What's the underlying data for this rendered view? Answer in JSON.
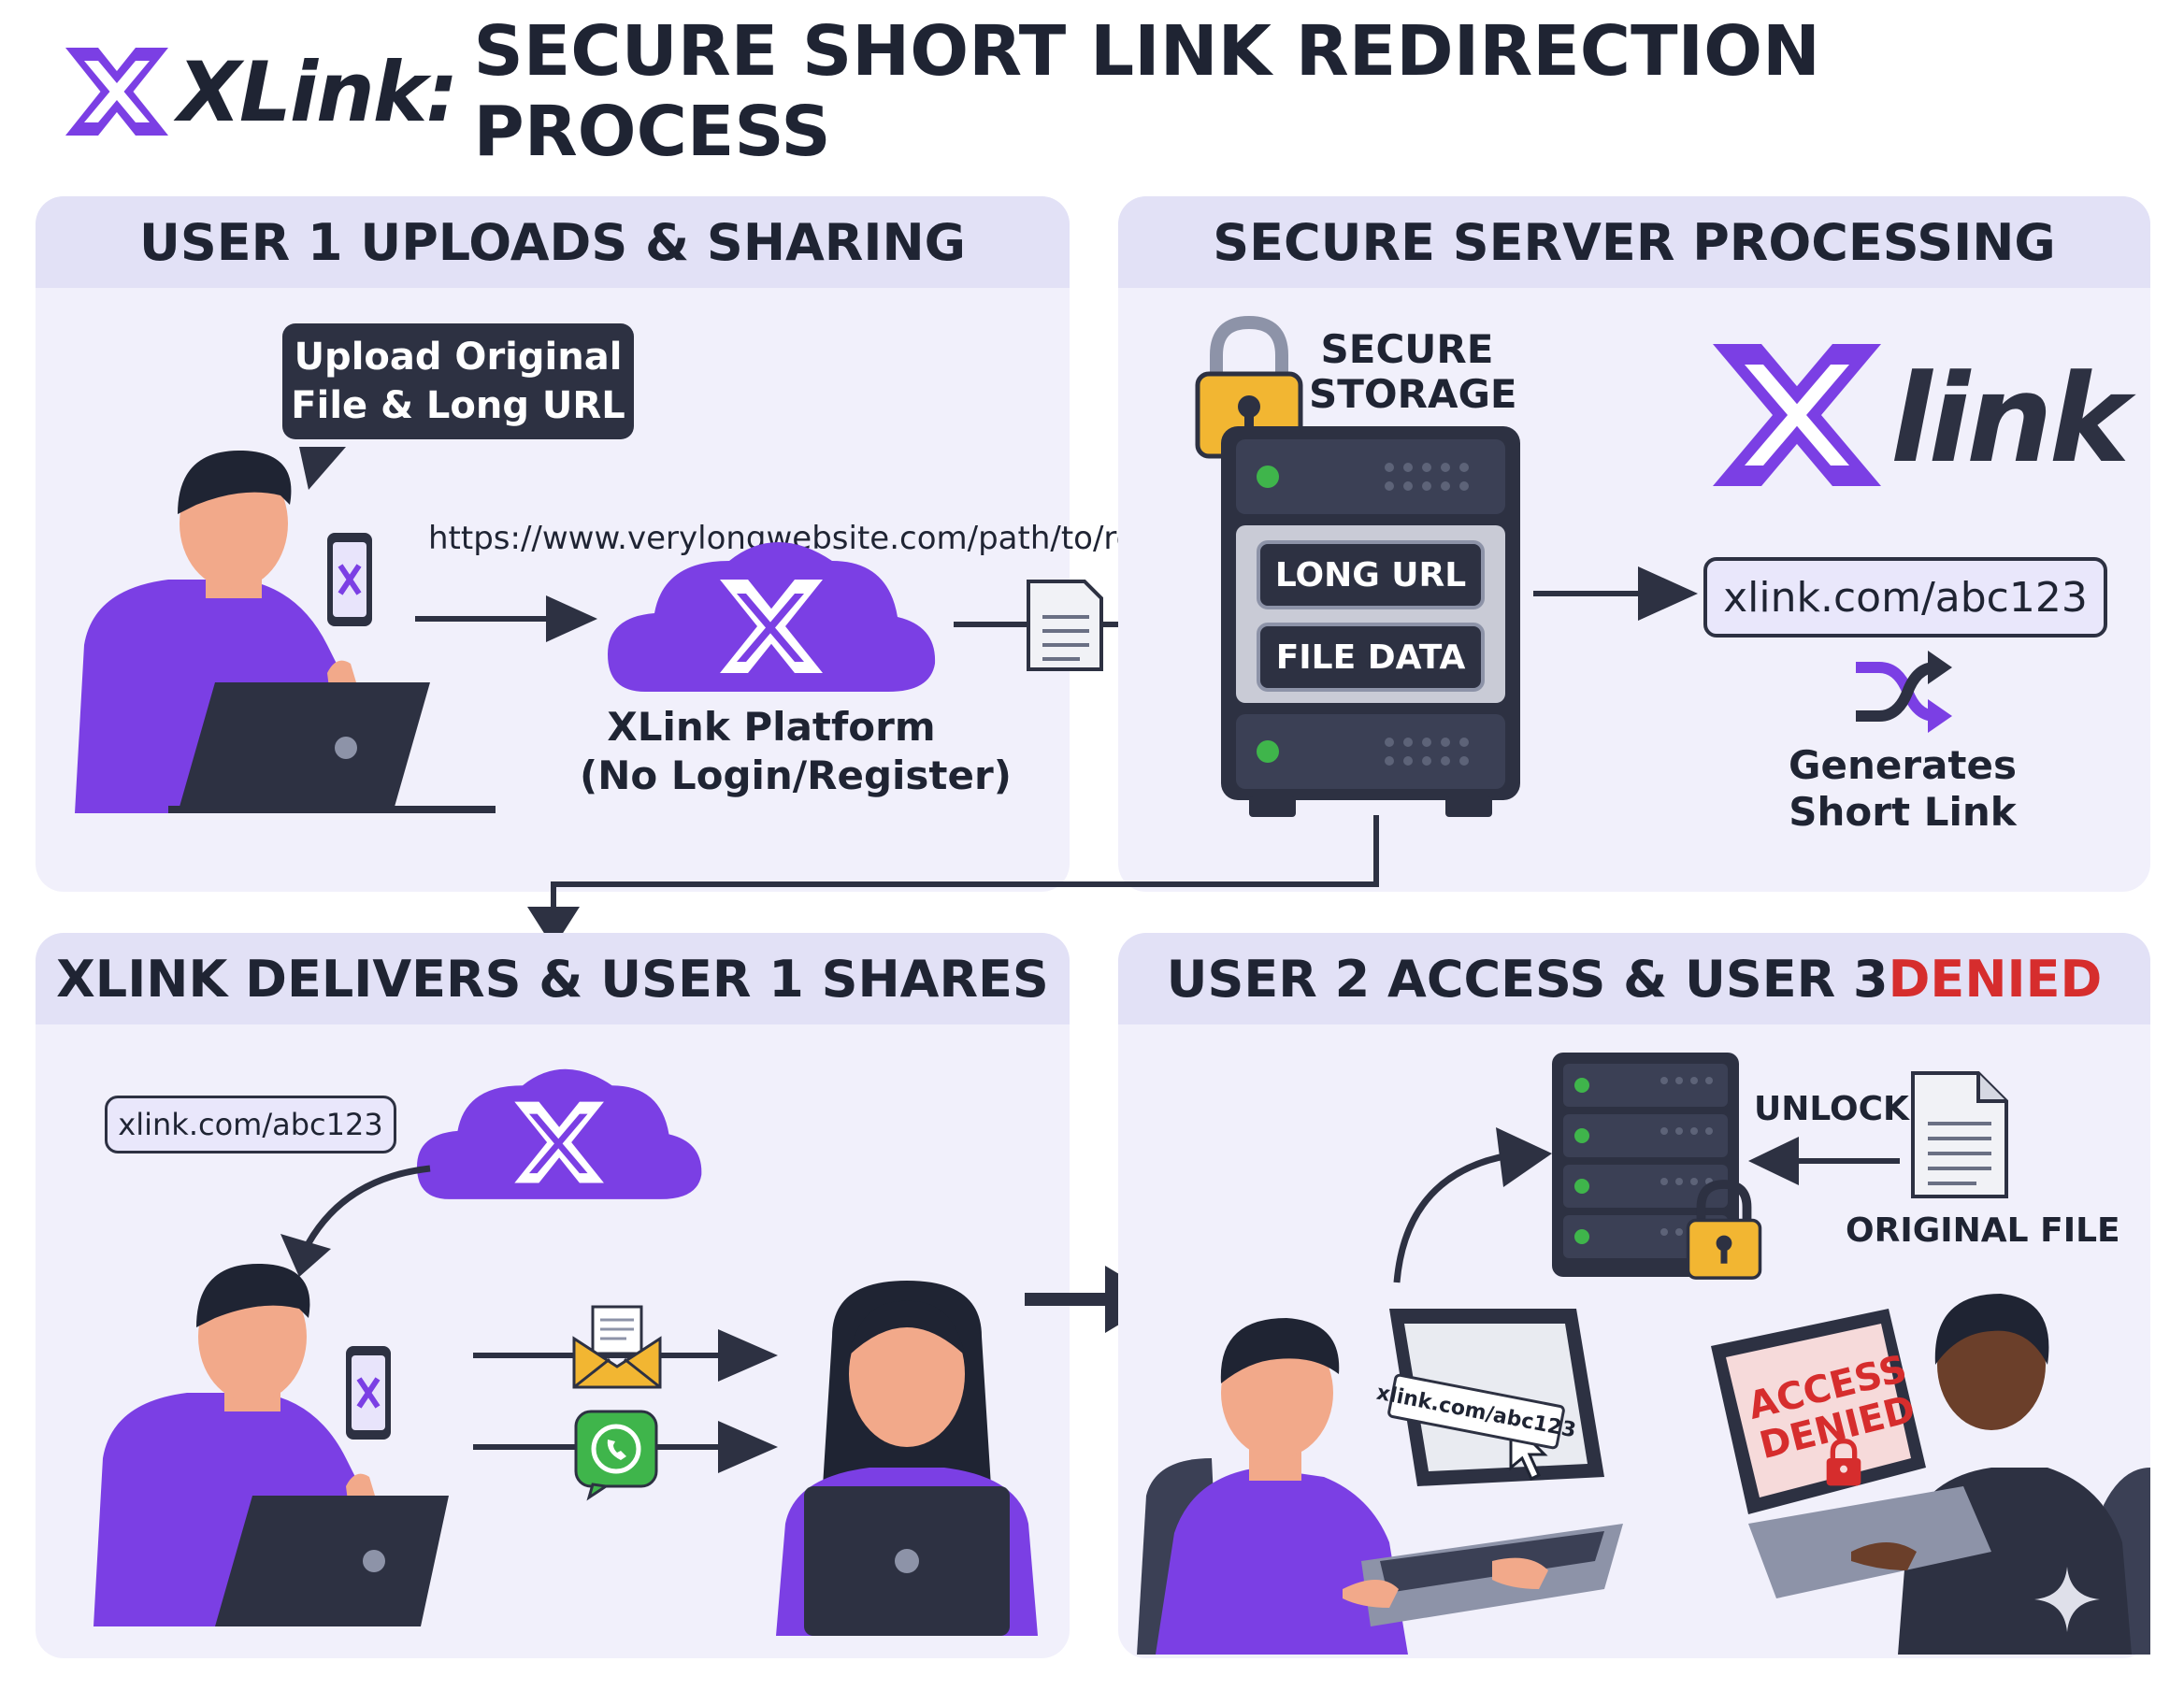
{
  "title": {
    "brand": "XLink:",
    "rest": "SECURE SHORT LINK REDIRECTION PROCESS"
  },
  "panels": {
    "p1": {
      "heading": "USER 1 UPLOADS & SHARING"
    },
    "p2": {
      "heading": "SECURE SERVER PROCESSING"
    },
    "p3": {
      "heading": "XLINK DELIVERS & USER 1 SHARES"
    },
    "p4": {
      "heading_pre": "USER 2 ACCESS & USER 3 ",
      "heading_red": "DENIED"
    }
  },
  "p1": {
    "bubble_line1": "Upload Original",
    "bubble_line2": "File & Long URL",
    "long_url": "https://www.verylongwebsite.com/path/to/resource",
    "platform_line1": "XLink Platform",
    "platform_line2": "(No Login/Register)"
  },
  "p2": {
    "storage_line1": "SECURE",
    "storage_line2": "STORAGE",
    "slot_long_url": "LONG URL",
    "slot_file_data": "FILE DATA",
    "logo_text": "link",
    "short_link": "xlink.com/abc123",
    "generates_line1": "Generates",
    "generates_line2": "Short Link"
  },
  "p3": {
    "short_link": "xlink.com/abc123"
  },
  "p4": {
    "unlock": "UNLOCK",
    "original_file": "ORIGINAL FILE",
    "screen_link": "xlink.com/abc123",
    "access_line1": "ACCESS",
    "access_line2": "DENIED"
  },
  "colors": {
    "purple": "#7b3fe4",
    "dark": "#2d3142",
    "panel_bg": "#f1f0fb",
    "header_bg": "#e2e1f6",
    "red": "#d62d2d",
    "gold": "#f2b632",
    "green": "#3fb54b"
  }
}
